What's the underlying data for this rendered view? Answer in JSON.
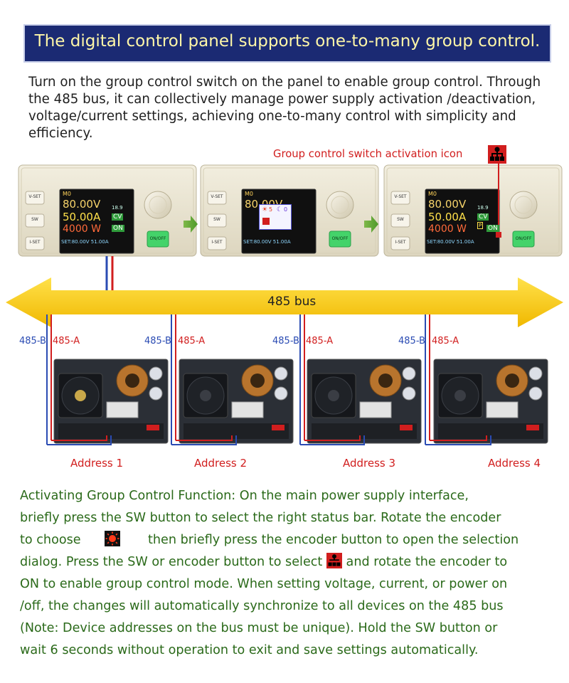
{
  "banner": {
    "title": "The digital control panel supports one-to-many group control."
  },
  "intro": {
    "text": "Turn on the group control switch on the panel to enable group control. Through the 485 bus, it can collectively manage power supply activation /deactivation, voltage/current settings, achieving one-to-many control with simplicity and efficiency."
  },
  "annotation": {
    "switch_label": "Group control switch activation icon"
  },
  "panel": {
    "buttons": [
      "V-SET",
      "SW",
      "I-SET"
    ],
    "onoff": "ON/OFF",
    "screen": {
      "mode": "M0",
      "voltage": "80.00V",
      "current": "50.00A",
      "power": "4000 W",
      "temp": "18.9",
      "cv": "CV",
      "on": "ON",
      "p": "P",
      "set_line": "SET:80.00V 51.00A"
    },
    "dialog": {
      "left": "5",
      "right": "0"
    }
  },
  "bus": {
    "label": "485 bus"
  },
  "lines": {
    "b_label": "485-B",
    "a_label": "485-A"
  },
  "modules": [
    {
      "address": "Address 1"
    },
    {
      "address": "Address 2"
    },
    {
      "address": "Address 3"
    },
    {
      "address": "Address 4"
    }
  ],
  "caption": {
    "line1": "Activating Group Control Function:  On the main power supply interface,",
    "line2": "briefly press the SW button to select the right status bar. Rotate the encoder",
    "line3a": "to choose",
    "line3b": "then briefly press the encoder button to open the selection",
    "line4": " dialog. Press the SW or encoder button to select",
    "line4b": "and rotate the encoder to",
    "line5": "ON to enable group control mode. When setting voltage, current, or power on",
    "line6": "/off, the changes will automatically synchronize to all devices on the 485 bus",
    "line7": "(Note: Device addresses on the bus must be unique). Hold the SW button or",
    "line8": "wait 6 seconds without operation to exit and save settings automatically."
  },
  "colors": {
    "banner_bg": "#1b2a73",
    "banner_text": "#fff7a8",
    "arrow": "#f5cc00",
    "red": "#d11e1e",
    "blue": "#2a4bb3",
    "green_text": "#2b6a1a",
    "panel_body": "#ece7d4",
    "screen_bg": "#101010",
    "onoff_btn": "#44d36a"
  }
}
